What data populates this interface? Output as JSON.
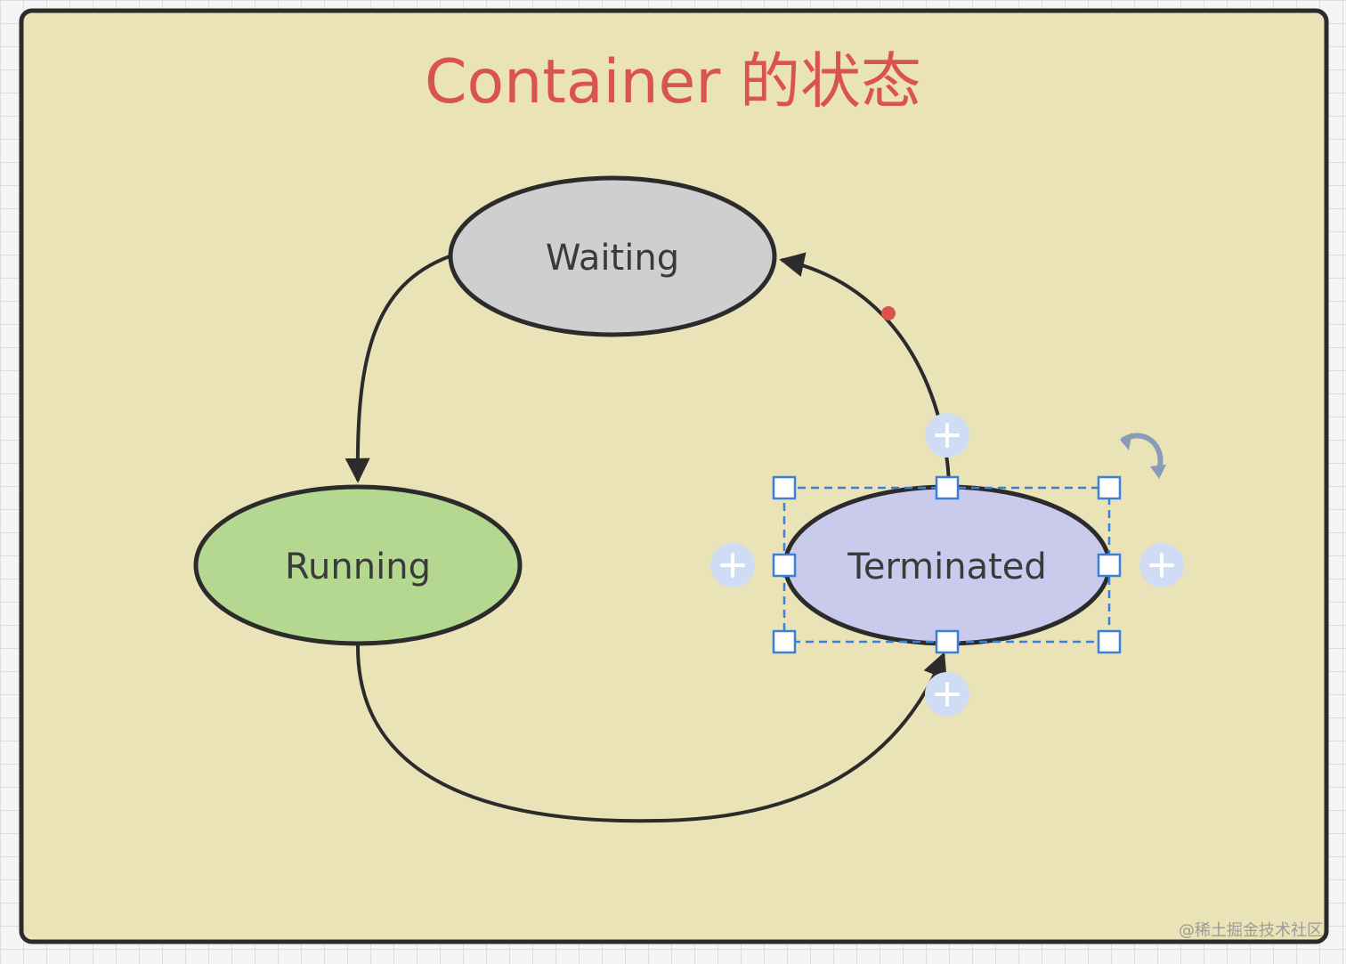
{
  "diagram": {
    "title": "Container 的状态",
    "nodes": [
      {
        "id": "waiting",
        "label": "Waiting",
        "fill": "#cfcfcf"
      },
      {
        "id": "running",
        "label": "Running",
        "fill": "#b4d890"
      },
      {
        "id": "terminated",
        "label": "Terminated",
        "fill": "#c9caec",
        "selected": true
      }
    ],
    "edges": [
      {
        "from": "waiting",
        "to": "running"
      },
      {
        "from": "running",
        "to": "terminated"
      },
      {
        "from": "terminated",
        "to": "waiting"
      }
    ]
  },
  "colors": {
    "frame_fill": "#ebe3b8",
    "frame_stroke": "#2b2b2b",
    "title": "#d9534f",
    "selection": "#3a7fd8",
    "connector_plus": "#cfdcf4",
    "edge_dot": "#d9534f"
  },
  "icons": [
    "plus-icon",
    "rotate-icon"
  ],
  "watermark": "@稀土掘金技术社区"
}
